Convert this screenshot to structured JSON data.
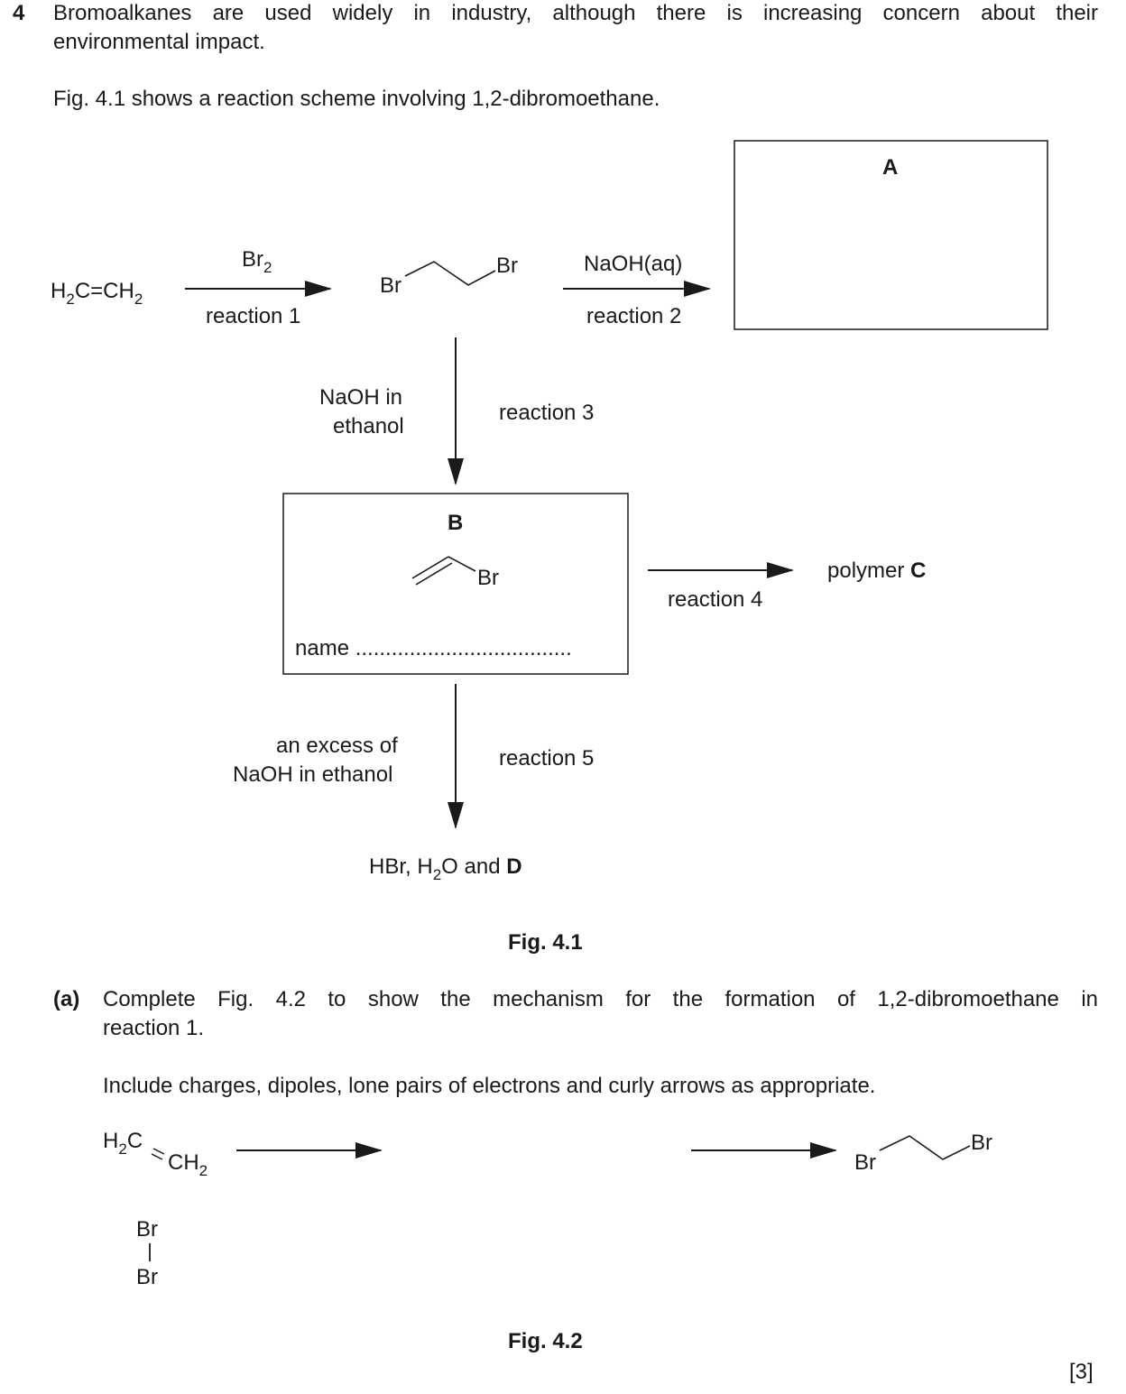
{
  "question": {
    "number": "4",
    "intro_line1": "Bromoalkanes are used widely in industry, although there is increasing concern about their",
    "intro_line2": "environmental impact.",
    "fig41_intro": "Fig. 4.1 shows a reaction scheme involving 1,2-dibromoethane."
  },
  "fig41": {
    "ethene": {
      "h": "H",
      "c1": "C=CH",
      "two": "2"
    },
    "reaction1": {
      "reagent": "Br",
      "reagent_sub": "2",
      "label": "reaction 1"
    },
    "dibromo": {
      "br_left": "Br",
      "br_right": "Br"
    },
    "reaction2": {
      "reagent": "NaOH(aq)",
      "label": "reaction 2"
    },
    "box_a": {
      "label": "A"
    },
    "reaction3": {
      "reagent_line1": "NaOH in",
      "reagent_line2": "ethanol",
      "label": "reaction 3"
    },
    "box_b": {
      "label": "B",
      "br": "Br",
      "name_prompt": "name ...................................."
    },
    "reaction4": {
      "label": "reaction 4",
      "product_text": "polymer ",
      "product_letter": "C"
    },
    "reaction5": {
      "reagent_line1": "an excess of",
      "reagent_line2": "NaOH in ethanol",
      "label": "reaction 5"
    },
    "products5": {
      "p1": "HBr, H",
      "sub": "2",
      "p2": "O and ",
      "letter": "D"
    },
    "caption": "Fig. 4.1"
  },
  "part_a": {
    "label": "(a)",
    "line1": "Complete Fig. 4.2 to show the mechanism for the formation of 1,2-dibromoethane in",
    "line2": "reaction 1.",
    "instruction": "Include charges, dipoles, lone pairs of electrons and curly arrows as appropriate."
  },
  "fig42": {
    "h2c": "H",
    "h2c_sub": "2",
    "h2c_c": "C",
    "ch2": "CH",
    "ch2_sub": "2",
    "br_top": "Br",
    "br_bottom": "Br",
    "product_br_left": "Br",
    "product_br_right": "Br",
    "caption": "Fig. 4.2"
  },
  "marks": "[3]"
}
